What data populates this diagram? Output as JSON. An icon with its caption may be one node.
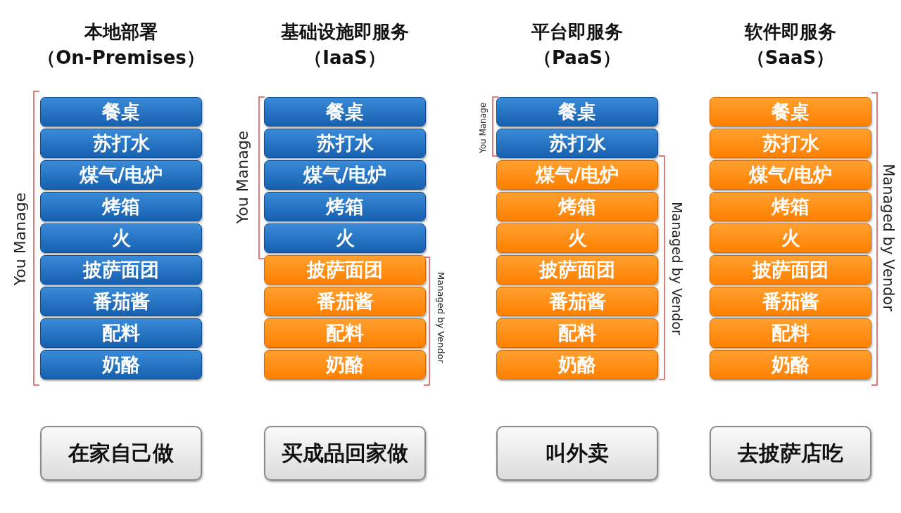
{
  "diagram": {
    "nodes": [
      {
        "text": [
          "餐桌"
        ]
      },
      {
        "text": [
          "苏打水"
        ]
      },
      {
        "text": [
          "煤气/电炉"
        ]
      },
      {
        "text": [
          "烤箱"
        ]
      },
      {
        "text": [
          "火"
        ]
      },
      {
        "text": [
          "披萨面团"
        ]
      },
      {
        "text": [
          "番茄酱"
        ]
      },
      {
        "text": [
          "配料"
        ]
      },
      {
        "text": [
          "奶酪"
        ]
      },
      {
        "text": [
          "在家自己做"
        ]
      },
      {
        "text": [
          "餐桌"
        ]
      },
      {
        "text": [
          "苏打水"
        ]
      },
      {
        "text": [
          "煤气/电炉"
        ]
      },
      {
        "text": [
          "烤箱"
        ]
      },
      {
        "text": [
          "火"
        ]
      },
      {
        "text": [
          "披萨面团"
        ]
      },
      {
        "text": [
          "番茄酱"
        ]
      },
      {
        "text": [
          "配料"
        ]
      },
      {
        "text": [
          "奶酪"
        ]
      },
      {
        "text": [
          "买成品回家做"
        ]
      },
      {
        "text": [
          "餐桌"
        ]
      },
      {
        "text": [
          "苏打水"
        ]
      },
      {
        "text": [
          "煤气/电炉"
        ]
      },
      {
        "text": [
          "烤箱"
        ]
      },
      {
        "text": [
          "火"
        ]
      },
      {
        "text": [
          "披萨面团"
        ]
      },
      {
        "text": [
          "番茄酱"
        ]
      },
      {
        "text": [
          "配料"
        ]
      },
      {
        "text": [
          "奶酪"
        ]
      },
      {
        "text": [
          "叫外卖"
        ]
      },
      {
        "text": [
          "餐桌"
        ]
      },
      {
        "text": [
          "苏打水"
        ]
      },
      {
        "text": [
          "煤气/电炉"
        ]
      },
      {
        "text": [
          "烤箱"
        ]
      },
      {
        "text": [
          "火"
        ]
      },
      {
        "text": [
          "披萨面团"
        ]
      },
      {
        "text": [
          "番茄酱"
        ]
      },
      {
        "text": [
          "配料"
        ]
      },
      {
        "text": [
          "奶酪"
        ]
      },
      {
        "text": [
          "去披萨店吃"
        ]
      }
    ],
    "labels": [
      "本地部署",
      "（On-Premises）",
      "基础设施即服务",
      "（IaaS）",
      "平台即服务",
      "（PaaS）",
      "软件即服务",
      "（SaaS）",
      "You Manage",
      "You Manage",
      "Managed by Vendor",
      "You Manage",
      "Managed by Vendor",
      "Managed by Vendor"
    ]
  }
}
